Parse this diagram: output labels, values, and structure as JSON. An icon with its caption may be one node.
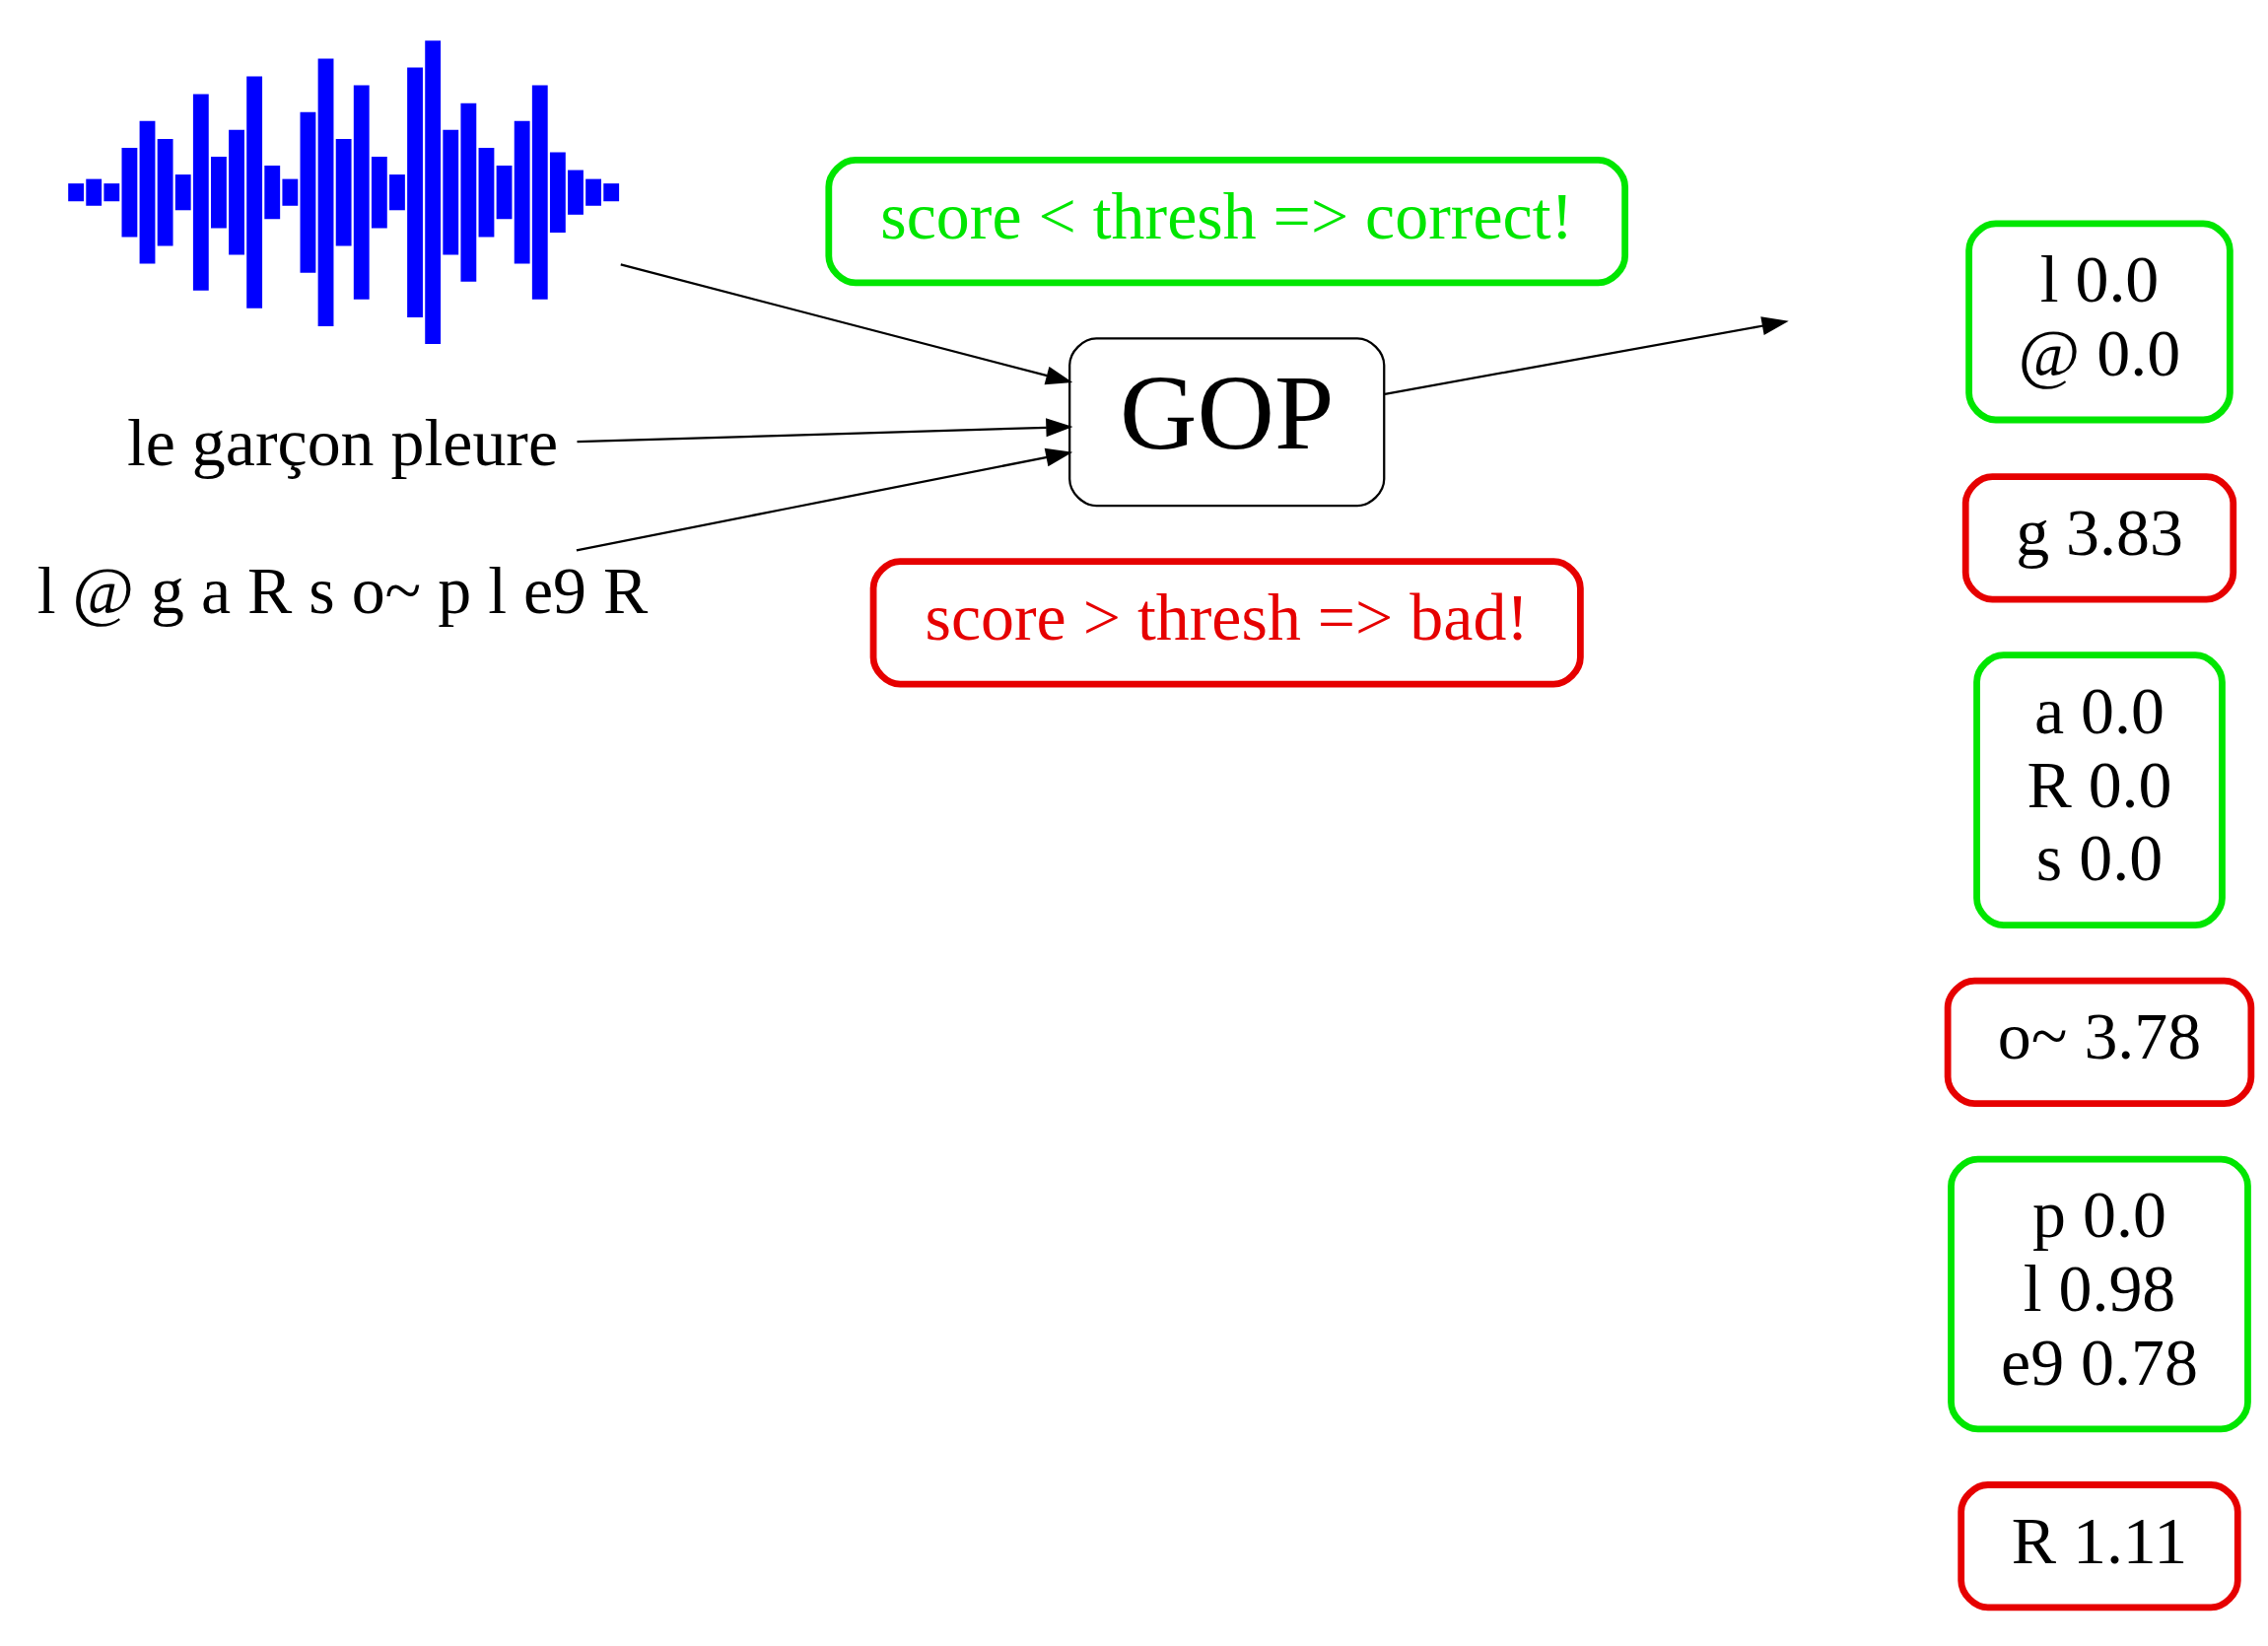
{
  "diagram": {
    "nodes": [
      {
        "text": [],
        "shape": "picture"
      },
      {
        "text": [
          "score < thresh => correct!"
        ]
      },
      {
        "text": [
          "l 0.0",
          "@ 0.0"
        ]
      },
      {
        "text": [
          "g 3.83"
        ]
      },
      {
        "text": [
          "a 0.0",
          "R 0.0",
          "s 0.0"
        ]
      },
      {
        "text": [
          "GOP"
        ]
      },
      {
        "text": [
          "le garçon pleure"
        ]
      },
      {
        "text": [
          "o~ 3.78"
        ]
      },
      {
        "text": [
          "l @ g a R s o~ p l e9 R"
        ]
      },
      {
        "text": [
          "p 0.0",
          "l 0.98",
          "e9 0.78"
        ]
      },
      {
        "text": [
          "score > thresh => bad!"
        ]
      },
      {
        "text": [
          "R 1.11"
        ]
      }
    ],
    "edges": [
      {
        "from": 0,
        "to": 5,
        "arrow": "to"
      },
      {
        "from": 6,
        "to": 5,
        "arrow": "to"
      },
      {
        "from": 8,
        "to": 5,
        "arrow": "to"
      },
      {
        "from": 5,
        "to": null,
        "arrow": "to"
      }
    ]
  }
}
